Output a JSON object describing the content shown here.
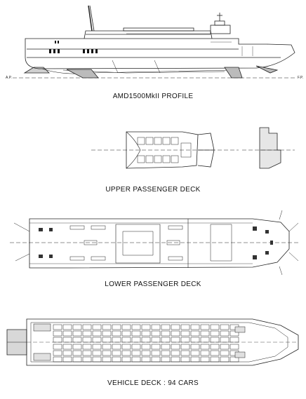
{
  "labels": {
    "profile": "AMD1500MkII PROFILE",
    "upper_deck": "UPPER PASSENGER DECK",
    "lower_deck": "LOWER PASSENGER DECK",
    "vehicle_deck": "VEHICLE DECK : 94 CARS"
  }
}
